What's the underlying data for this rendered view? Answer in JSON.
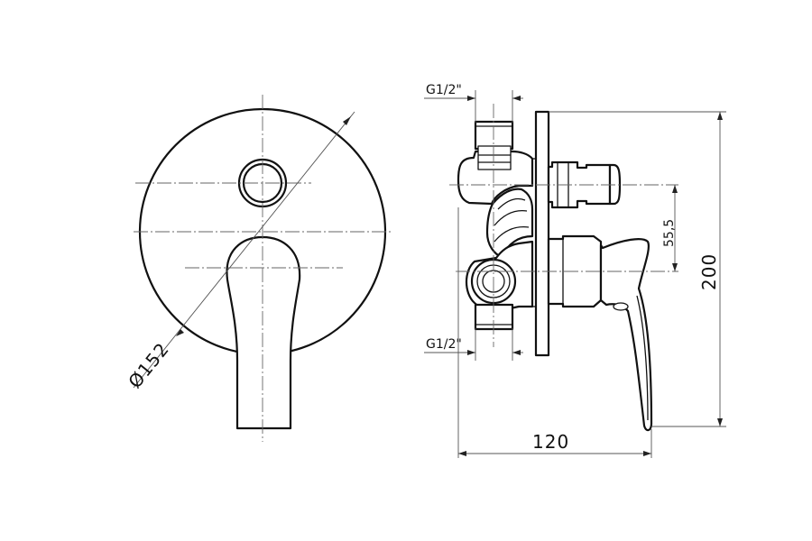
{
  "labels": {
    "thread_top": "G1/2\"",
    "thread_bottom": "G1/2\"",
    "diameter": "Ø152",
    "width": "120",
    "height": "200",
    "offset": "55,5"
  }
}
